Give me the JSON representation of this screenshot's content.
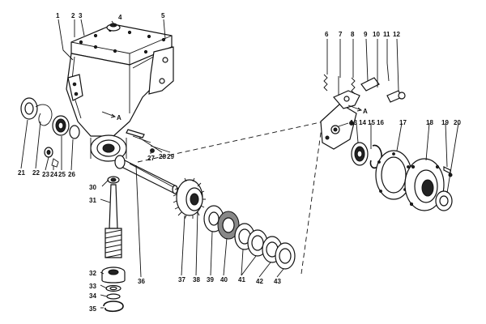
{
  "part_labels": {
    "p1": "1",
    "p2": "2",
    "p3": "3",
    "p4": "4",
    "p5": "5",
    "p6": "6",
    "p7": "7",
    "p8": "8",
    "p9": "9",
    "p10": "10",
    "p11": "11",
    "p12": "12",
    "p13": "13",
    "p14": "14",
    "p15": "15",
    "p16": "16",
    "p17": "17",
    "p18": "18",
    "p19": "19",
    "p20": "20",
    "p21": "21",
    "p22": "22",
    "p23": "23",
    "p24": "24",
    "p25": "25",
    "p26": "26",
    "p27": "27",
    "p28": "28",
    "p29": "29",
    "p30": "30",
    "p31": "31",
    "p32": "32",
    "p33": "33",
    "p34": "34",
    "p35": "35",
    "p36": "36",
    "p37": "37",
    "p38": "38",
    "p39": "39",
    "p40": "40",
    "p41": "41",
    "p42": "42",
    "p43": "43"
  },
  "markers": {
    "arrow_a_left": "A",
    "arrow_a_right": "A"
  },
  "colors": {
    "ink": "#111111",
    "paper": "#ffffff"
  }
}
